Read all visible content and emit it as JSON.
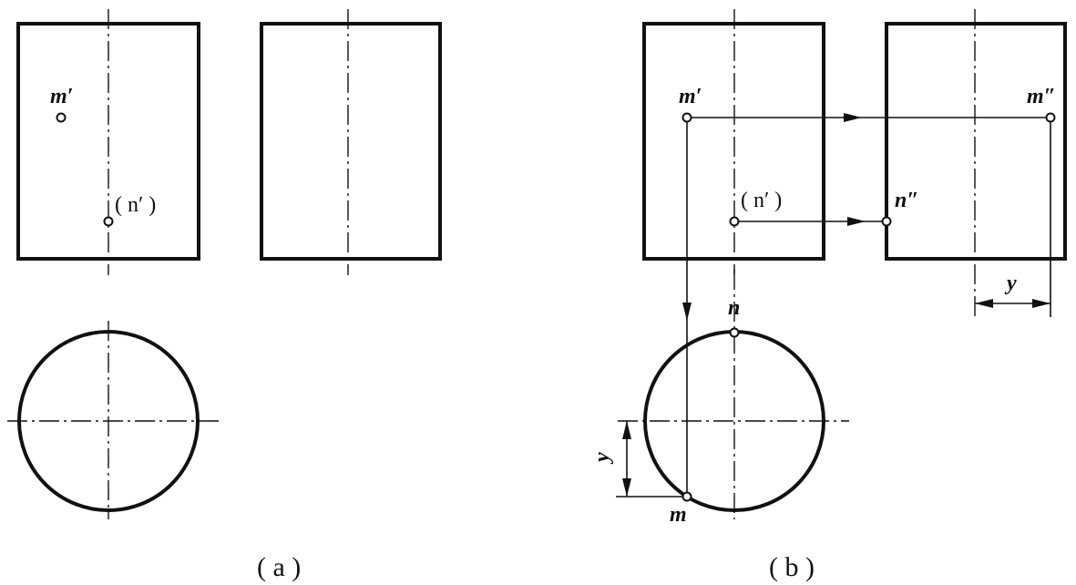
{
  "panel_a": {
    "caption": "( a )",
    "point_m_front": "m′",
    "point_n_front": "( n′ )"
  },
  "panel_b": {
    "caption": "( b )",
    "point_m_front": "m′",
    "point_n_front": "( n′ )",
    "point_m_side": "m″",
    "point_n_side": "n″",
    "point_n_top": "n",
    "point_m_top": "m",
    "dim_side": "y",
    "dim_top": "y"
  }
}
